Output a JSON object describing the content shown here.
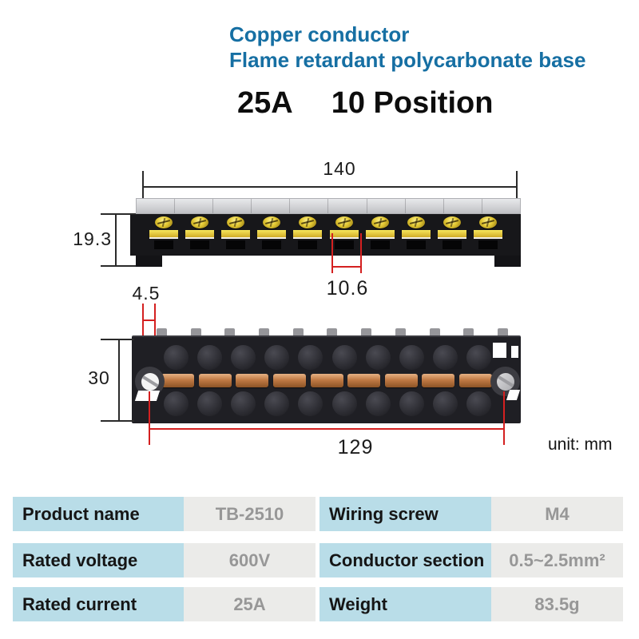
{
  "header": {
    "feature_line1": "Copper conductor",
    "feature_line2": "Flame retardant polycarbonate base",
    "rating": "25A",
    "positions": "10 Position"
  },
  "diagram_top": {
    "view": "front view with transparent cover",
    "positions_count": 10,
    "dim_overall_width": "140",
    "dim_body_height": "19.3",
    "dim_pitch": "10.6"
  },
  "diagram_bottom": {
    "view": "back view with copper conductors",
    "positions_count": 10,
    "copper_bar_count": 9,
    "dim_hole_offset": "4.5",
    "dim_body_height": "30",
    "dim_mount_span": "129"
  },
  "unit_note": "unit: mm",
  "colors": {
    "accent_blue": "#166fa3",
    "dimension_red": "#d42020",
    "table_label_bg": "#b9dde8",
    "table_value_bg": "#ebebe9",
    "table_value_text": "#979797",
    "copper": "#c07a44"
  },
  "spec_table": {
    "rows": [
      {
        "cells": [
          {
            "label": "Product name",
            "value": "TB-2510"
          },
          {
            "label": "Wiring screw",
            "value": "M4"
          }
        ]
      },
      {
        "cells": [
          {
            "label": "Rated voltage",
            "value": "600V"
          },
          {
            "label": "Conductor section",
            "value": "0.5~2.5mm²"
          }
        ]
      },
      {
        "cells": [
          {
            "label": "Rated current",
            "value": "25A"
          },
          {
            "label": "Weight",
            "value": "83.5g"
          }
        ]
      }
    ]
  }
}
